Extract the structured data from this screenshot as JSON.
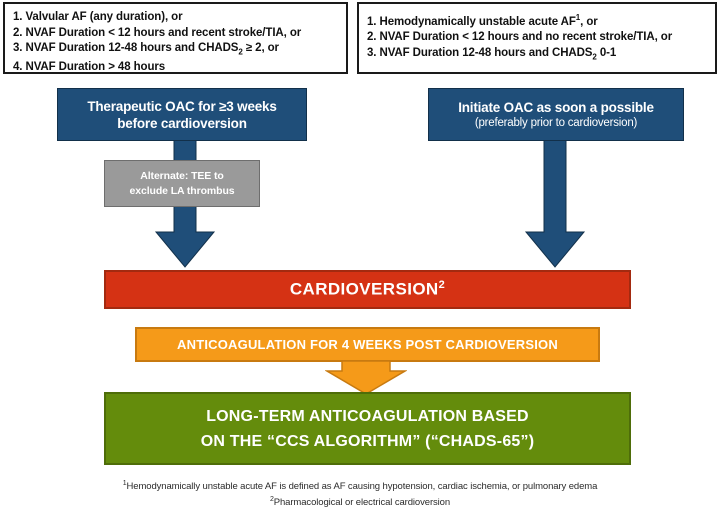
{
  "diagram": {
    "title": "Cardioversion anticoagulation algorithm",
    "colors": {
      "blue": "#1f4e79",
      "gray": "#9a9a9a",
      "red": "#d53214",
      "orange": "#f59a19",
      "green": "#648c0c",
      "box_border": "#1a1a1a",
      "text_white": "#ffffff"
    }
  },
  "criteria_left": {
    "lines": [
      "1. Valvular AF (any duration), or",
      "2. NVAF Duration < 12 hours and recent stroke/TIA, or",
      "3. NVAF Duration 12-48 hours and CHADS",
      "4. NVAF Duration > 48 hours"
    ],
    "line3_prefix": "3. NVAF Duration 12-48 hours and CHADS",
    "line3_sub": "2",
    "line3_suffix": " ≥ 2, or"
  },
  "criteria_right": {
    "line1_prefix": "1. Hemodynamically unstable acute AF",
    "line1_sup": "1",
    "line1_suffix": ", or",
    "line2": "2. NVAF Duration < 12 hours and no recent stroke/TIA, or",
    "line3_prefix": "3. NVAF Duration 12-48 hours and CHADS",
    "line3_sub": "2",
    "line3_suffix": " 0-1"
  },
  "box_left_blue": {
    "line1": "Therapeutic OAC for ≥3 weeks",
    "line2": "before cardioversion"
  },
  "box_right_blue": {
    "line1": "Initiate OAC as soon a possible",
    "line2": "(preferably prior to cardioversion)"
  },
  "box_alternate": {
    "line1": "Alternate: TEE to",
    "line2": "exclude LA thrombus"
  },
  "banner_cardioversion": {
    "text": "CARDIOVERSION",
    "sup": "2"
  },
  "banner_anticoagulation": {
    "text": "ANTICOAGULATION FOR 4 WEEKS POST CARDIOVERSION"
  },
  "banner_longterm": {
    "line1": "LONG-TERM ANTICOAGULATION BASED",
    "line2": "ON THE “CCS ALGORITHM” (“CHADS-65”)"
  },
  "footnotes": {
    "note1_sup": "1",
    "note1": "Hemodynamically unstable acute AF is defined as AF causing hypotension, cardiac ischemia, or pulmonary edema",
    "note2_sup": "2",
    "note2": "Pharmacological or electrical cardioversion"
  }
}
